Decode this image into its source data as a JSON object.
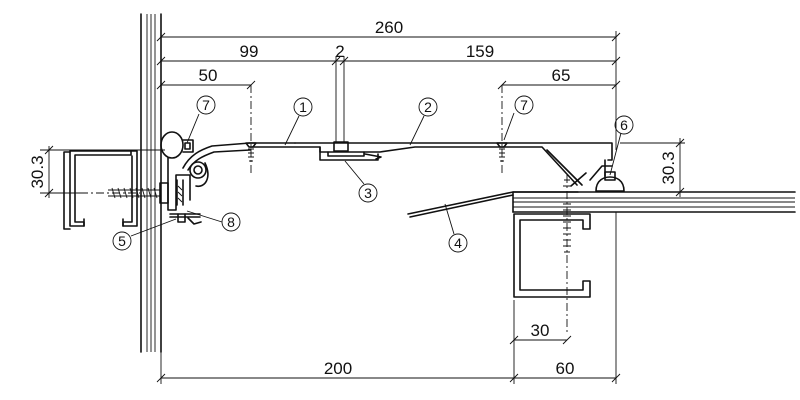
{
  "dimensions": {
    "overall_width": "260",
    "left_span": "99",
    "gap": "2",
    "right_span": "159",
    "left_fixing": "50",
    "right_fixing": "65",
    "height_left": "30.3",
    "height_right": "30.3",
    "bottom_left": "200",
    "bottom_right": "60",
    "bracket_width": "30"
  },
  "callouts": [
    "1",
    "2",
    "3",
    "4",
    "5",
    "6",
    "7",
    "7",
    "8"
  ]
}
